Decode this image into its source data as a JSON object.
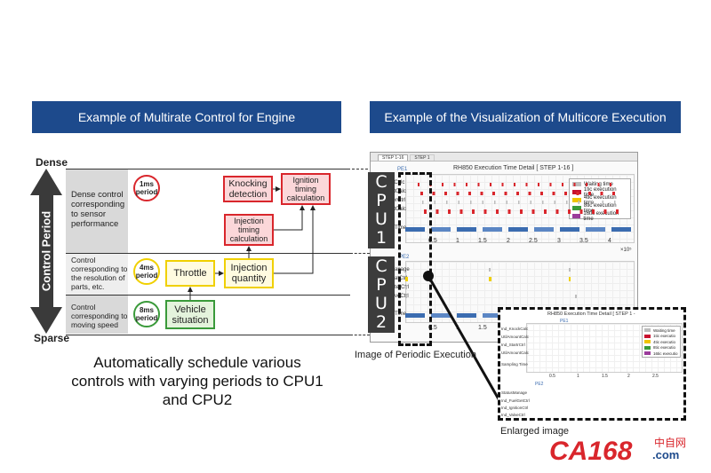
{
  "left_header": "Example of Multirate Control for Engine",
  "right_header": "Example of the Visualization of Multicore Execution",
  "axis": {
    "top": "Dense",
    "bottom": "Sparse",
    "label": "Control Period"
  },
  "bands": [
    {
      "label": "Dense control corresponding to sensor performance",
      "period": "1ms period"
    },
    {
      "label": "Control corresponding to the resolution of parts, etc.",
      "period": "4ms period"
    },
    {
      "label": "Control corresponding to moving speed",
      "period": "8ms period"
    }
  ],
  "boxes": {
    "knocking": "Knocking detection",
    "ignition": "Ignition timing calculation",
    "injection_timing": "Injection timing calculation",
    "throttle": "Throttle",
    "injection_qty": "Injection quantity",
    "vehicle": "Vehicle situation"
  },
  "summary": "Automatically schedule various controls with varying periods to CPU1 and CPU2",
  "screen": {
    "tabs": [
      "STEP 1-16",
      "STEP 1"
    ],
    "title": "RH850 Execution Time Detail  [ STEP 1-16 ]",
    "pe1": "PE1",
    "pe2": "PE2",
    "time_label": "Time",
    "x_ticks": [
      "0.5",
      "1",
      "1.5",
      "2",
      "2.5",
      "3",
      "3.5",
      "4"
    ],
    "x_exp": "×10⁵",
    "legend": [
      "Waiting time",
      "1tic execution time",
      "4tic execution time",
      "8tic execution time",
      "16tic execution time"
    ],
    "row_labels_cpu1": [
      "eCalc",
      "ntCalc",
      "terCtrl",
      "ntCalc"
    ],
    "row_labels_cpu2": [
      "anage",
      "atCtrl",
      "terCtrl",
      "veCtrl"
    ]
  },
  "cpu1": [
    "C",
    "P",
    "U",
    "1"
  ],
  "cpu2": [
    "C",
    "P",
    "U",
    "2"
  ],
  "enlarged": {
    "title": "RH850 Execution Time Detail  [ STEP 1 -",
    "pe1": "PE1",
    "pe2": "PE2",
    "rows_pe1": [
      "Ind_KnockCalc",
      "UtilAmountCalc",
      "Ind_StartrCtrl",
      "UtilAmountCalc"
    ],
    "sampling": "Sampling Time",
    "rows_pe2": [
      "StatusManage",
      "Ind_FuelGetCtrl",
      "Ind_IgnitionCtrl",
      "Ind_ValveCtrl"
    ],
    "ticks": [
      "0.5",
      "1",
      "1.5",
      "2",
      "2.5"
    ],
    "legend": [
      "Waiting time",
      "1tic executio",
      "4tic executio",
      "8tic executio",
      "16tic executio"
    ]
  },
  "captions": {
    "periodic": "Image of Periodic Execution",
    "enlarged": "Enlarged image"
  },
  "logo": {
    "brand": "CA168",
    "cn": "中自网",
    "com": ".com"
  },
  "colors": {
    "header": "#1d4a8c",
    "red": "#d9262c",
    "yellow": "#f0d000",
    "green": "#3a9a3a",
    "wait": "#bdbdbd",
    "purple": "#9b3b9b",
    "blue": "#3b6cb0"
  }
}
